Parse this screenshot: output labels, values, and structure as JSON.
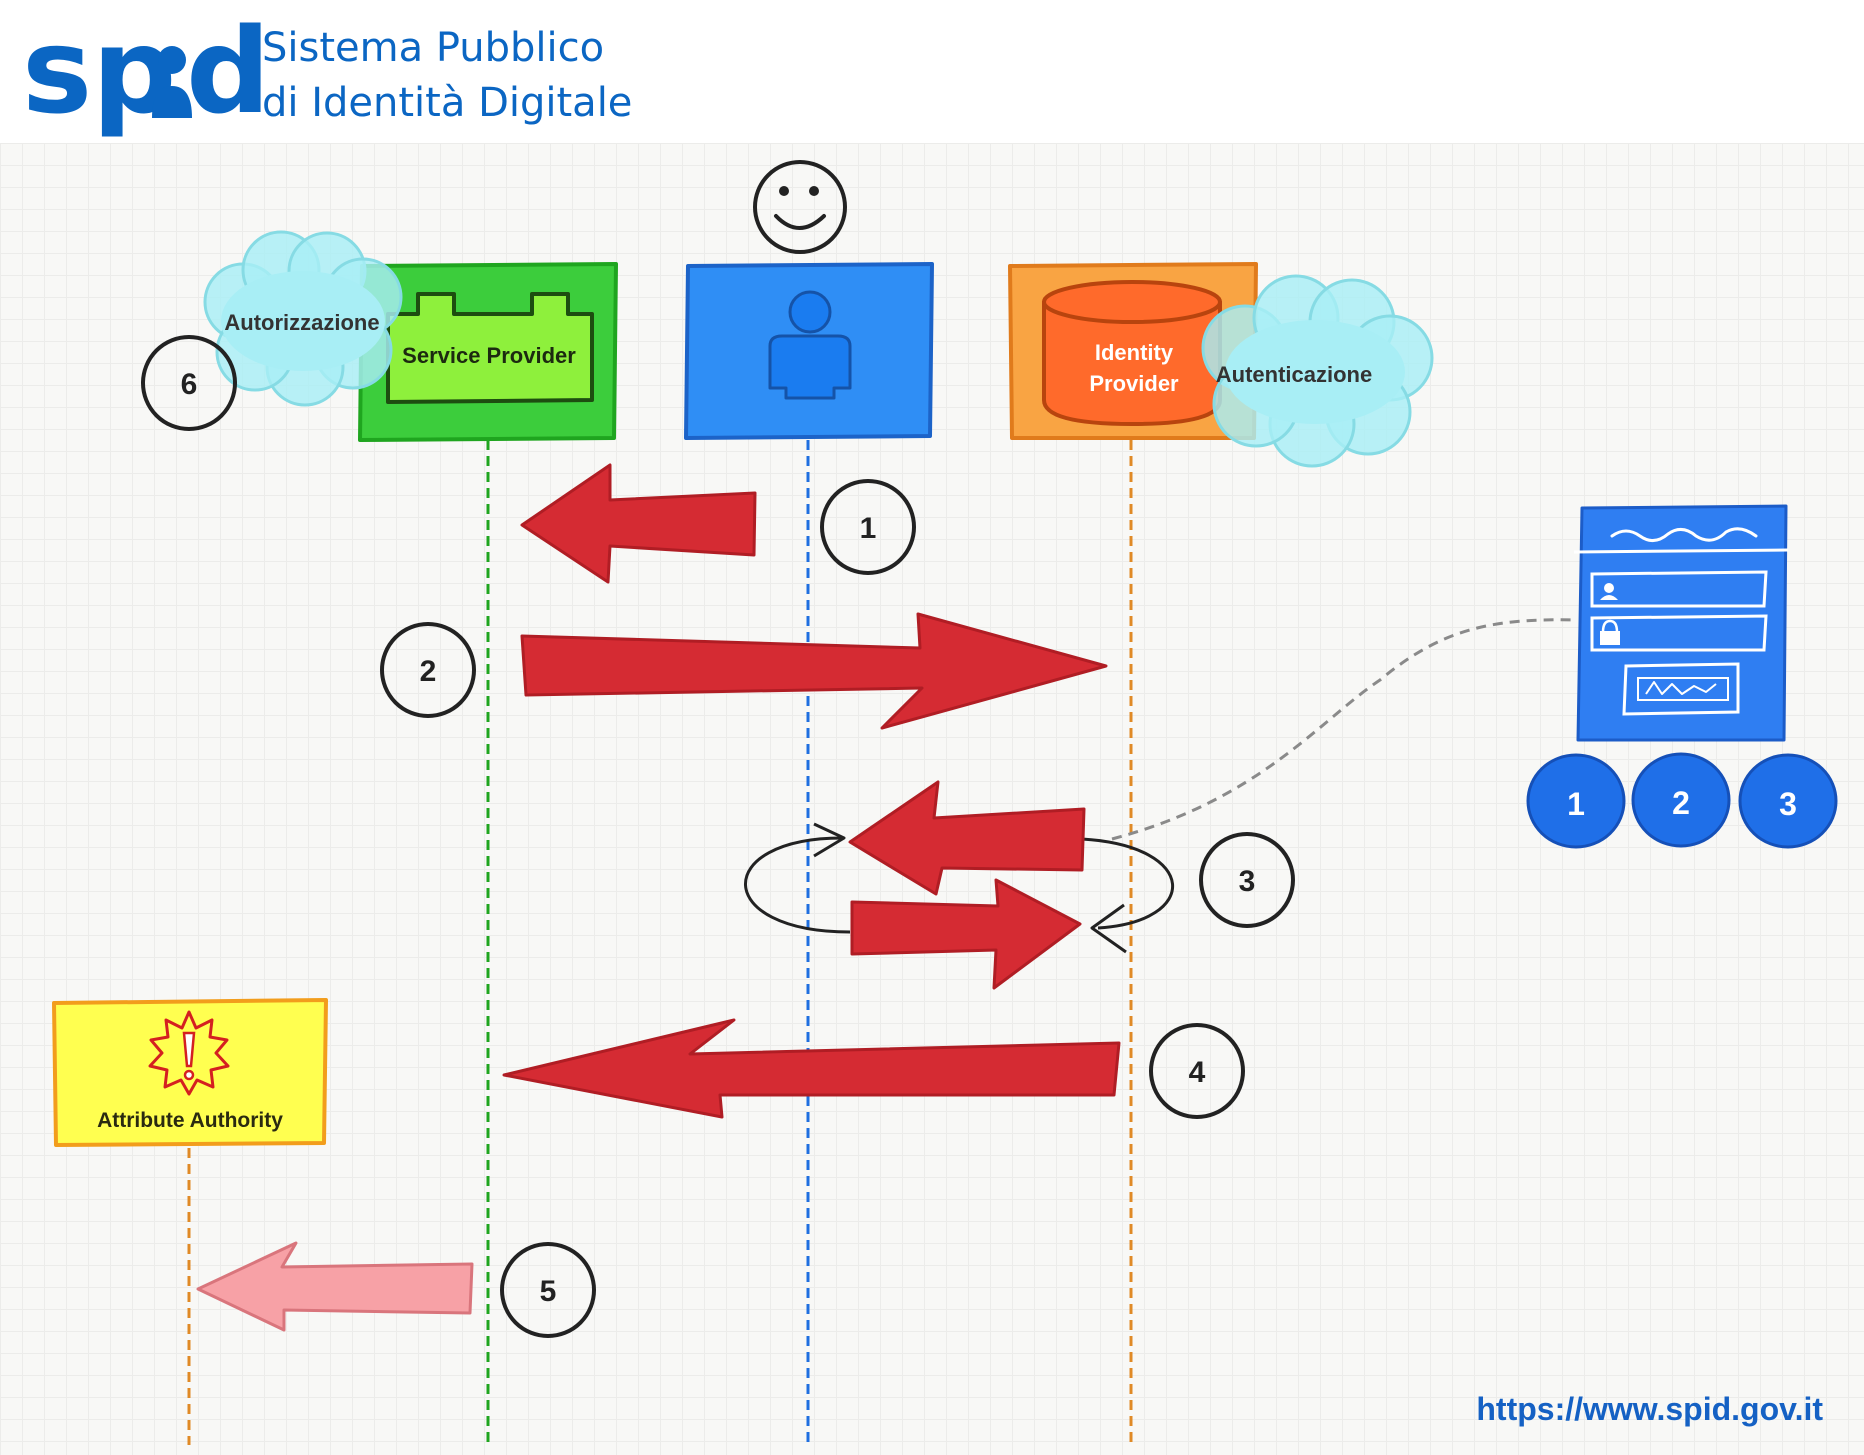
{
  "header": {
    "logo_word": "spid",
    "logo_letters": [
      "s",
      "p",
      "d"
    ],
    "subtitle_line1": "Sistema Pubblico",
    "subtitle_line2": "di Identità Digitale"
  },
  "actors": {
    "service_provider": "Service Provider",
    "identity_provider_line1": "Identity",
    "identity_provider_line2": "Provider",
    "attribute_authority": "Attribute Authority"
  },
  "clouds": {
    "authorization": "Autorizzazione",
    "authentication": "Autenticazione"
  },
  "steps": [
    "1",
    "2",
    "3",
    "4",
    "5",
    "6"
  ],
  "security_levels": [
    "1",
    "2",
    "3"
  ],
  "footer": {
    "url": "https://www.spid.gov.it"
  },
  "colors": {
    "brand_blue": "#0b66c3",
    "service_provider_green": "#3ccd3c",
    "user_blue": "#2f8ef5",
    "identity_provider_orange": "#f9a443",
    "attribute_authority_yellow": "#ffff50",
    "arrow_red": "#d52b33",
    "arrow_pink": "#f7a1a6",
    "cloud_cyan": "#a8eef5"
  }
}
